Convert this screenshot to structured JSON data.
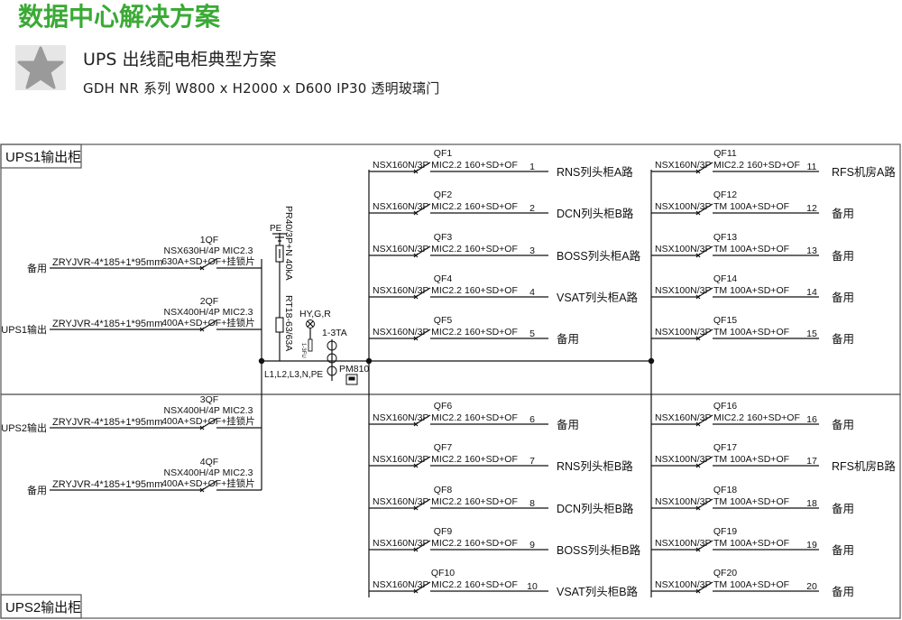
{
  "header": {
    "title": "数据中心解决方案",
    "subtitle": "UPS 出线配电柜典型方案",
    "spec": "GDH NR 系列 W800 x H2000 x D600 IP30 透明玻璃门",
    "accent_color": "#3aaa35",
    "logo_icon": "star-logo-icon"
  },
  "panels": {
    "top_label": "UPS1输出柜",
    "bottom_label": "UPS2输出柜"
  },
  "incomers": [
    {
      "tag": "1QF",
      "source": "备用",
      "cable": "ZRYJVR-4*185+1*95mm",
      "breaker": "NSX630H/4P MIC2.3",
      "options": "630A+SD+OF+挂锁片"
    },
    {
      "tag": "2QF",
      "source": "UPS1输出",
      "cable": "ZRYJVR-4*185+1*95mm",
      "breaker": "NSX400H/4P MIC2.3",
      "options": "400A+SD+OF+挂锁片"
    },
    {
      "tag": "3QF",
      "source": "UPS2输出",
      "cable": "ZRYJVR-4*185+1*95mm",
      "breaker": "NSX400H/4P MIC2.3",
      "options": "400A+SD+OF+挂锁片"
    },
    {
      "tag": "4QF",
      "source": "备用",
      "cable": "ZRYJVR-4*185+1*95mm",
      "breaker": "NSX400H/4P MIC2.3",
      "options": "400A+SD+OF+挂锁片"
    }
  ],
  "center": {
    "pe": "PE",
    "surge": "PR40/3P+N 40kA",
    "fuse": "RT18-63/63A",
    "lamp": "HY,G,R",
    "ct": "1-3TA",
    "meter": "PM810",
    "small_label": "1-3FU",
    "bus": "L1,L2,L3,N,PE"
  },
  "feeders": [
    {
      "qf": "QF1",
      "model": "NSX160N/3P MIC2.2 160+SD+OF",
      "num": "1",
      "load": "RNS列头柜A路"
    },
    {
      "qf": "QF2",
      "model": "NSX160N/3P MIC2.2 160+SD+OF",
      "num": "2",
      "load": "DCN列头柜B路"
    },
    {
      "qf": "QF3",
      "model": "NSX160N/3P MIC2.2 160+SD+OF",
      "num": "3",
      "load": "BOSS列头柜A路"
    },
    {
      "qf": "QF4",
      "model": "NSX160N/3P MIC2.2 160+SD+OF",
      "num": "4",
      "load": "VSAT列头柜A路"
    },
    {
      "qf": "QF5",
      "model": "NSX160N/3P MIC2.2 160+SD+OF",
      "num": "5",
      "load": "备用"
    },
    {
      "qf": "QF6",
      "model": "NSX160N/3P MIC2.2 160+SD+OF",
      "num": "6",
      "load": "备用"
    },
    {
      "qf": "QF7",
      "model": "NSX160N/3P MIC2.2 160+SD+OF",
      "num": "7",
      "load": "RNS列头柜B路"
    },
    {
      "qf": "QF8",
      "model": "NSX160N/3P MIC2.2 160+SD+OF",
      "num": "8",
      "load": "DCN列头柜B路"
    },
    {
      "qf": "QF9",
      "model": "NSX160N/3P MIC2.2 160+SD+OF",
      "num": "9",
      "load": "BOSS列头柜B路"
    },
    {
      "qf": "QF10",
      "model": "NSX160N/3P MIC2.2 160+SD+OF",
      "num": "10",
      "load": "VSAT列头柜B路"
    },
    {
      "qf": "QF11",
      "model": "NSX160N/3P MIC2.2 160+SD+OF",
      "num": "11",
      "load": "RFS机房A路"
    },
    {
      "qf": "QF12",
      "model": "NSX100N/3P TM 100A+SD+OF",
      "num": "12",
      "load": "备用"
    },
    {
      "qf": "QF13",
      "model": "NSX100N/3P TM 100A+SD+OF",
      "num": "13",
      "load": "备用"
    },
    {
      "qf": "QF14",
      "model": "NSX100N/3P TM 100A+SD+OF",
      "num": "14",
      "load": "备用"
    },
    {
      "qf": "QF15",
      "model": "NSX100N/3P TM 100A+SD+OF",
      "num": "15",
      "load": "备用"
    },
    {
      "qf": "QF16",
      "model": "NSX160N/3P MIC2.2 160+SD+OF",
      "num": "16",
      "load": "备用"
    },
    {
      "qf": "QF17",
      "model": "NSX100N/3P TM 100A+SD+OF",
      "num": "17",
      "load": "RFS机房B路"
    },
    {
      "qf": "QF18",
      "model": "NSX100N/3P TM 100A+SD+OF",
      "num": "18",
      "load": "备用"
    },
    {
      "qf": "QF19",
      "model": "NSX100N/3P TM 100A+SD+OF",
      "num": "19",
      "load": "备用"
    },
    {
      "qf": "QF20",
      "model": "NSX100N/3P TM 100A+SD+OF",
      "num": "20",
      "load": "备用"
    }
  ]
}
